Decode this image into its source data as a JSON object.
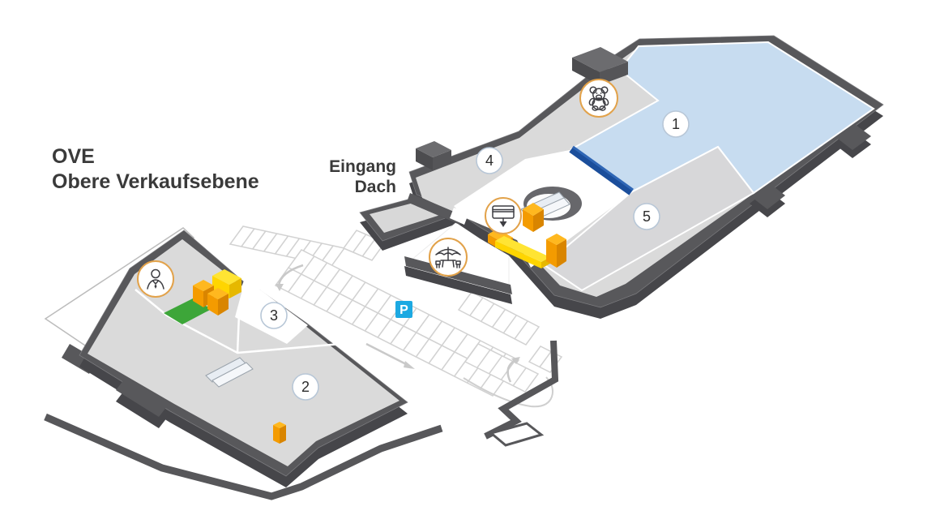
{
  "map": {
    "title": {
      "line1": "OVE",
      "line2": "Obere Verkaufsebene"
    },
    "entrance": {
      "line1": "Eingang",
      "line2": "Dach"
    },
    "parking": {
      "sign": "P"
    },
    "zones": [
      {
        "number": "1"
      },
      {
        "number": "2"
      },
      {
        "number": "3"
      },
      {
        "number": "4"
      },
      {
        "number": "5"
      }
    ],
    "markers": [
      {
        "icon": "teddy-bear-icon"
      },
      {
        "icon": "card-payment-icon"
      },
      {
        "icon": "umbrella-terrace-icon"
      },
      {
        "icon": "customer-service-icon"
      }
    ],
    "colors": {
      "wall": "#58585b",
      "wall_side": "#46464a",
      "floor": "#dadada",
      "zone1_fill": "#c7dcf0",
      "divider_blue": "#1b4e9b",
      "box_orange": "#f6a200",
      "box_yellow": "#ffd900",
      "mat_green": "#3da639",
      "marker_ring": "#e2a24a",
      "badge_ring": "#b8c7d7",
      "parking_sign": "#1ca9e2",
      "parking_lines": "#d2d2d2"
    }
  }
}
